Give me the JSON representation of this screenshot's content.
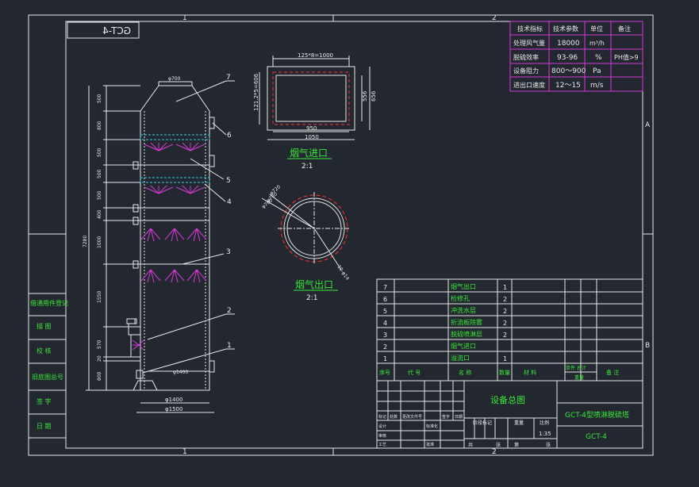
{
  "frame": {
    "zone_top_1": "1",
    "zone_top_2": "2",
    "zone_bottom_1": "1",
    "zone_bottom_2": "2",
    "zone_right_a": "A",
    "zone_right_b": "B",
    "drawing_code_mirrored": "GCT-4"
  },
  "left_strip": [
    "借通用件登记",
    "描  图",
    "校  核",
    "旧底图总号",
    "签  字",
    "日  期"
  ],
  "spec_table": {
    "headers": [
      "技术指标",
      "技术参数",
      "单位",
      "备注"
    ],
    "rows": [
      [
        "处理风气量",
        "18000",
        "m³/h",
        ""
      ],
      [
        "脱硫效率",
        "93-96",
        "%",
        "PH值>9"
      ],
      [
        "设备阻力",
        "800～900",
        "Pa",
        ""
      ],
      [
        "进出口速度",
        "12～15",
        "m/s",
        ""
      ]
    ]
  },
  "tower": {
    "top_diameter": "φ700",
    "dims_left": [
      "500",
      "800",
      "500",
      "500",
      "500",
      "400",
      "1000",
      "1550",
      "570",
      "20",
      "800"
    ],
    "total_height": "7280",
    "inlet_dia": "φ1400",
    "bottom_dia_1": "φ1400",
    "bottom_dia_2": "φ1500",
    "callouts": [
      "7",
      "6",
      "5",
      "4",
      "3",
      "2",
      "1"
    ]
  },
  "inlet_view": {
    "dim_top": "125*8=1000",
    "dim_left": "121.2*5=606",
    "dim_right_1": "556",
    "dim_right_2": "656",
    "dim_bottom_1": "950",
    "dim_bottom_2": "1050",
    "title": "烟气进口",
    "scale": "2:1"
  },
  "outlet_view": {
    "dims": [
      "φ720",
      "φ760",
      "φ780",
      "10-φ14"
    ],
    "title": "烟气出口",
    "scale": "2:1"
  },
  "parts": [
    {
      "no": "7",
      "name": "烟气出口",
      "qty": "1"
    },
    {
      "no": "6",
      "name": "检修孔",
      "qty": "2"
    },
    {
      "no": "5",
      "name": "冲洗水层",
      "qty": "2"
    },
    {
      "no": "4",
      "name": "折流板除雾",
      "qty": "2"
    },
    {
      "no": "3",
      "name": "脱硫喷淋层",
      "qty": "2"
    },
    {
      "no": "2",
      "name": "烟气进口",
      "qty": ""
    },
    {
      "no": "1",
      "name": "溢流口",
      "qty": "1"
    }
  ],
  "parts_header": [
    "序号",
    "代    号",
    "名    称",
    "数量",
    "材    料",
    "单件 总计",
    "重量",
    "备    注"
  ],
  "title_block": {
    "drawing_name": "设备总图",
    "product_name": "GCT-4型喷淋脱硫塔",
    "code": "GCT-4",
    "scale": "1:35",
    "labels": [
      "标记",
      "处数",
      "更改文件号",
      "签字",
      "日期",
      "设计",
      "标准化",
      "审核",
      "工艺",
      "批准",
      "阶段标记",
      "重量",
      "比例",
      "共",
      "张",
      "第",
      "张"
    ]
  }
}
